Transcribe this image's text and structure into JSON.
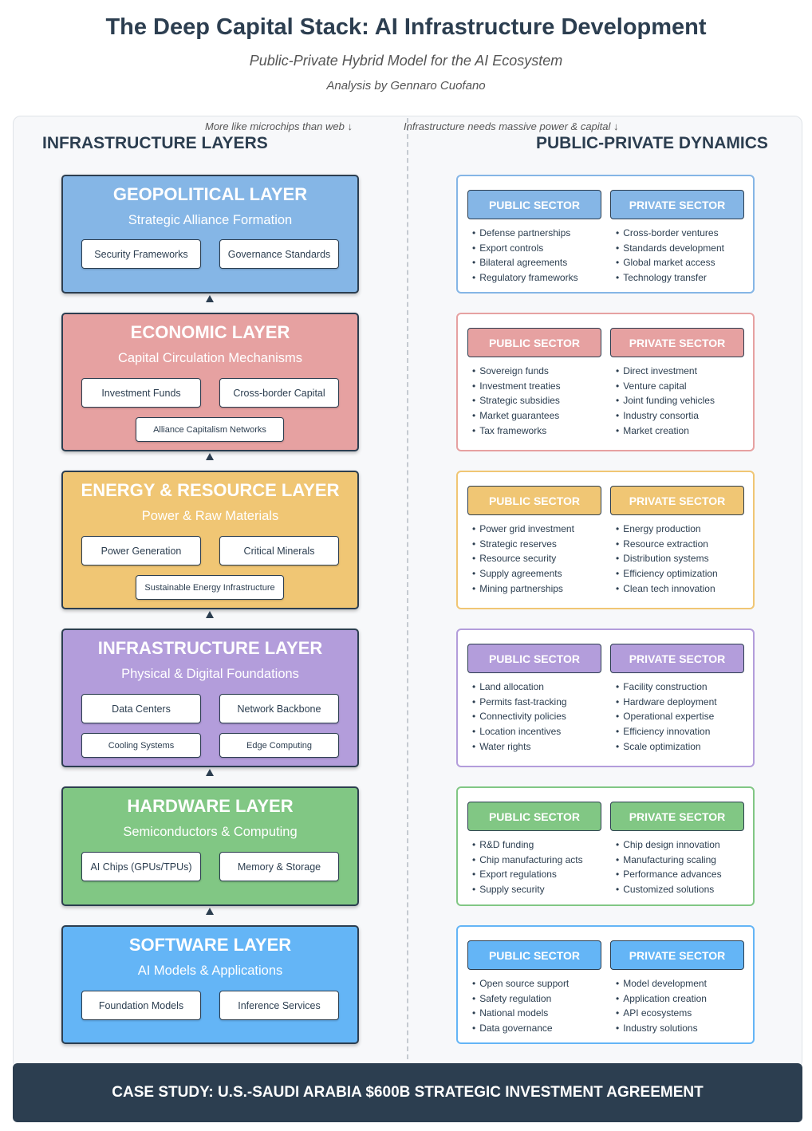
{
  "header": {
    "title": "The Deep Capital Stack: AI Infrastructure Development",
    "subtitle": "Public-Private Hybrid Model for the AI Ecosystem",
    "author": "Analysis by Gennaro Cuofano"
  },
  "notes": {
    "left": "More like microchips than web ↓",
    "right": "Infrastructure needs massive power & capital ↓"
  },
  "columns": {
    "left": "INFRASTRUCTURE LAYERS",
    "right": "PUBLIC-PRIVATE DYNAMICS"
  },
  "colors": {
    "dark": "#2c3e50",
    "geopolitical": "#85b6e6",
    "economic": "#e6a1a1",
    "energy": "#f0c674",
    "infrastructure": "#b39ddb",
    "hardware": "#81c784",
    "software": "#64b5f6"
  },
  "layers": [
    {
      "title": "GEOPOLITICAL LAYER",
      "subtitle": "Strategic Alliance Formation",
      "components": [
        "Security Frameworks",
        "Governance Standards"
      ]
    },
    {
      "title": "ECONOMIC LAYER",
      "subtitle": "Capital Circulation Mechanisms",
      "components": [
        "Investment Funds",
        "Cross-border Capital",
        "Alliance Capitalism Networks"
      ]
    },
    {
      "title": "ENERGY & RESOURCE LAYER",
      "subtitle": "Power & Raw Materials",
      "components": [
        "Power Generation",
        "Critical Minerals",
        "Sustainable Energy Infrastructure"
      ]
    },
    {
      "title": "INFRASTRUCTURE LAYER",
      "subtitle": "Physical & Digital Foundations",
      "components": [
        "Data Centers",
        "Network Backbone",
        "Cooling Systems",
        "Edge Computing"
      ]
    },
    {
      "title": "HARDWARE LAYER",
      "subtitle": "Semiconductors & Computing",
      "components": [
        "AI Chips (GPUs/TPUs)",
        "Memory & Storage"
      ]
    },
    {
      "title": "SOFTWARE LAYER",
      "subtitle": "AI Models & Applications",
      "components": [
        "Foundation Models",
        "Inference Services"
      ]
    }
  ],
  "dynamics": [
    {
      "public_label": "PUBLIC SECTOR",
      "private_label": "PRIVATE SECTOR",
      "public": [
        "Defense partnerships",
        "Export controls",
        "Bilateral agreements",
        "Regulatory frameworks"
      ],
      "private": [
        "Cross-border ventures",
        "Standards development",
        "Global market access",
        "Technology transfer"
      ]
    },
    {
      "public_label": "PUBLIC SECTOR",
      "private_label": "PRIVATE SECTOR",
      "public": [
        "Sovereign funds",
        "Investment treaties",
        "Strategic subsidies",
        "Market guarantees",
        "Tax frameworks"
      ],
      "private": [
        "Direct investment",
        "Venture capital",
        "Joint funding vehicles",
        "Industry consortia",
        "Market creation"
      ]
    },
    {
      "public_label": "PUBLIC SECTOR",
      "private_label": "PRIVATE SECTOR",
      "public": [
        "Power grid investment",
        "Strategic reserves",
        "Resource security",
        "Supply agreements",
        "Mining partnerships"
      ],
      "private": [
        "Energy production",
        "Resource extraction",
        "Distribution systems",
        "Efficiency optimization",
        "Clean tech innovation"
      ]
    },
    {
      "public_label": "PUBLIC SECTOR",
      "private_label": "PRIVATE SECTOR",
      "public": [
        "Land allocation",
        "Permits fast-tracking",
        "Connectivity policies",
        "Location incentives",
        "Water rights"
      ],
      "private": [
        "Facility construction",
        "Hardware deployment",
        "Operational expertise",
        "Efficiency innovation",
        "Scale optimization"
      ]
    },
    {
      "public_label": "PUBLIC SECTOR",
      "private_label": "PRIVATE SECTOR",
      "public": [
        "R&D funding",
        "Chip manufacturing acts",
        "Export regulations",
        "Supply security"
      ],
      "private": [
        "Chip design innovation",
        "Manufacturing scaling",
        "Performance advances",
        "Customized solutions"
      ]
    },
    {
      "public_label": "PUBLIC SECTOR",
      "private_label": "PRIVATE SECTOR",
      "public": [
        "Open source support",
        "Safety regulation",
        "National models",
        "Data governance"
      ],
      "private": [
        "Model development",
        "Application creation",
        "API ecosystems",
        "Industry solutions"
      ]
    }
  ],
  "footer": {
    "case_study": "CASE STUDY: U.S.-SAUDI ARABIA $600B STRATEGIC INVESTMENT AGREEMENT"
  }
}
